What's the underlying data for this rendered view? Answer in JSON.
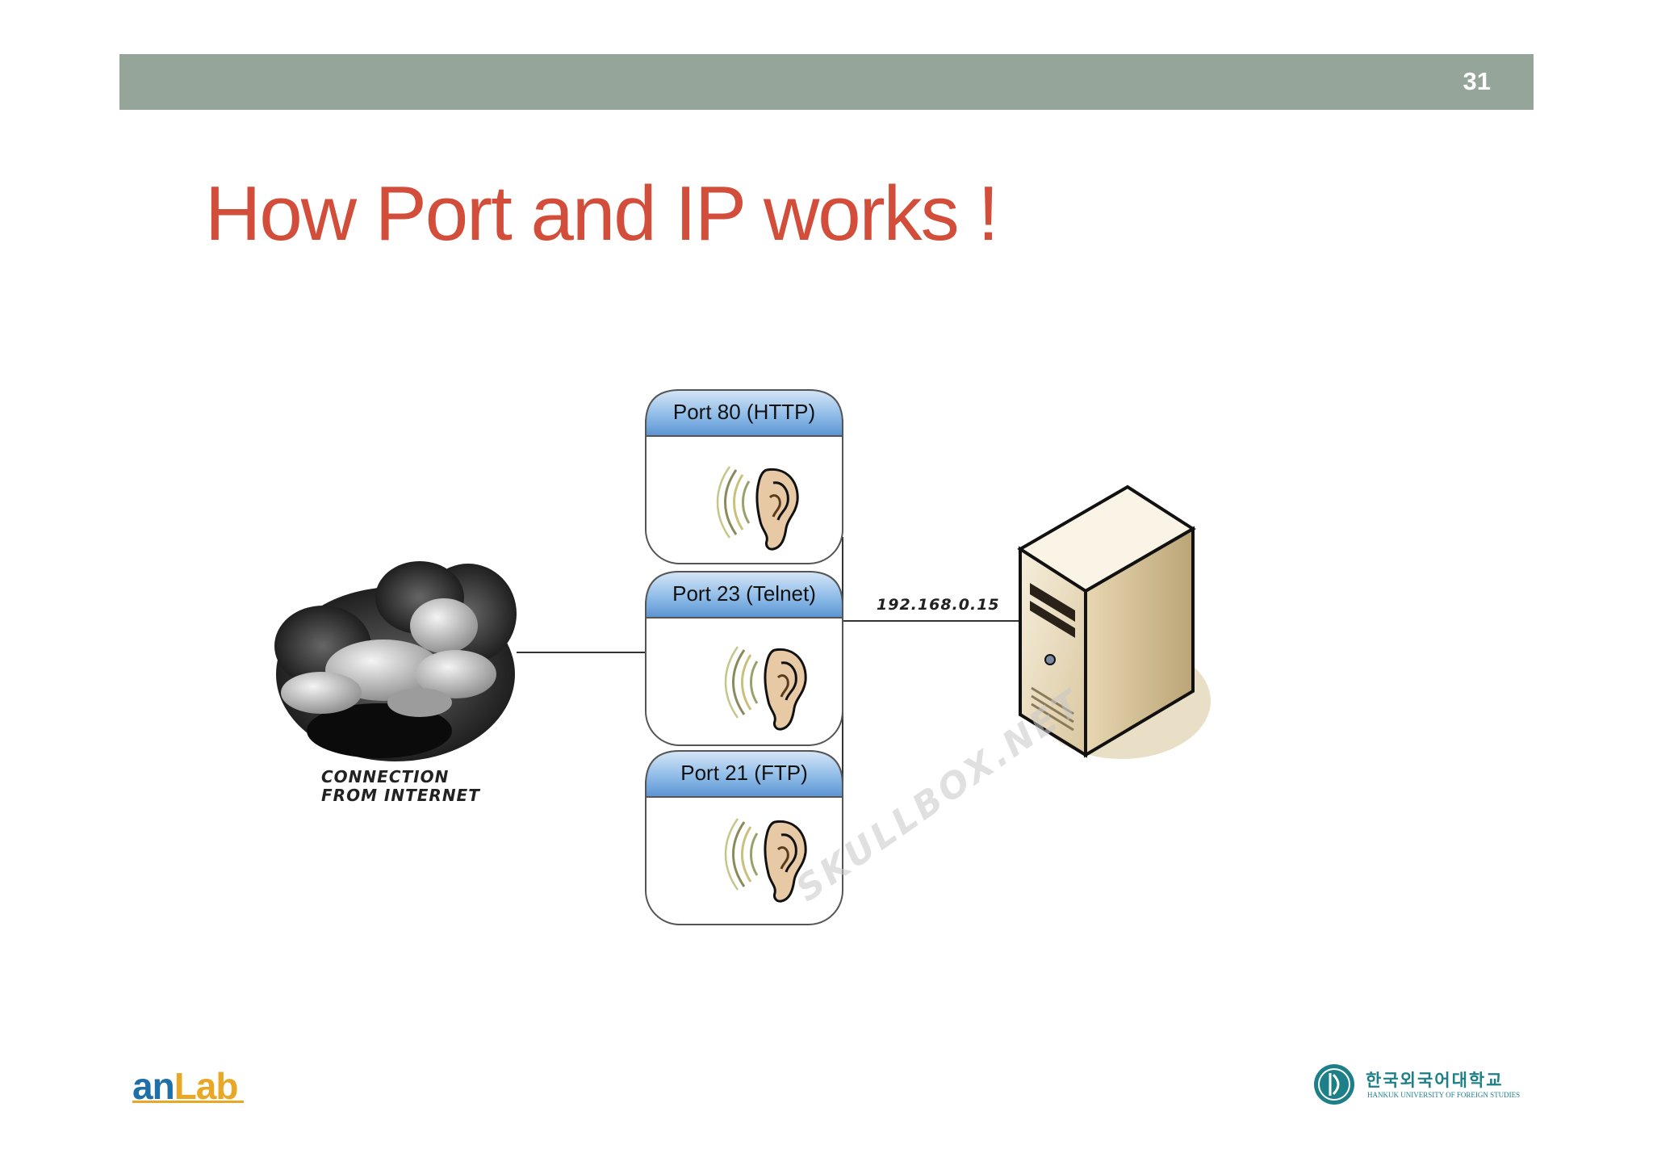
{
  "slide": {
    "number": "31",
    "title": "How Port and IP works !"
  },
  "diagram": {
    "cloud_label_line1": "CONNECTION",
    "cloud_label_line2": "FROM INTERNET",
    "ports": [
      {
        "label": "Port 80 (HTTP)"
      },
      {
        "label": "Port 23 (Telnet)"
      },
      {
        "label": "Port 21 (FTP)"
      }
    ],
    "ip_address": "192.168.0.15",
    "watermark": "SKULLBOX.NET"
  },
  "footer": {
    "logo_left": {
      "part1": "an",
      "part2": "Lab"
    },
    "logo_right": {
      "korean": "한국외국어대학교",
      "english": "HANKUK UNIVERSITY OF FOREIGN STUDIES"
    }
  },
  "colors": {
    "topbar": "#95a599",
    "title": "#d24e3a",
    "port_header": "#6aa3dc",
    "server_body": "#eadcbd"
  }
}
